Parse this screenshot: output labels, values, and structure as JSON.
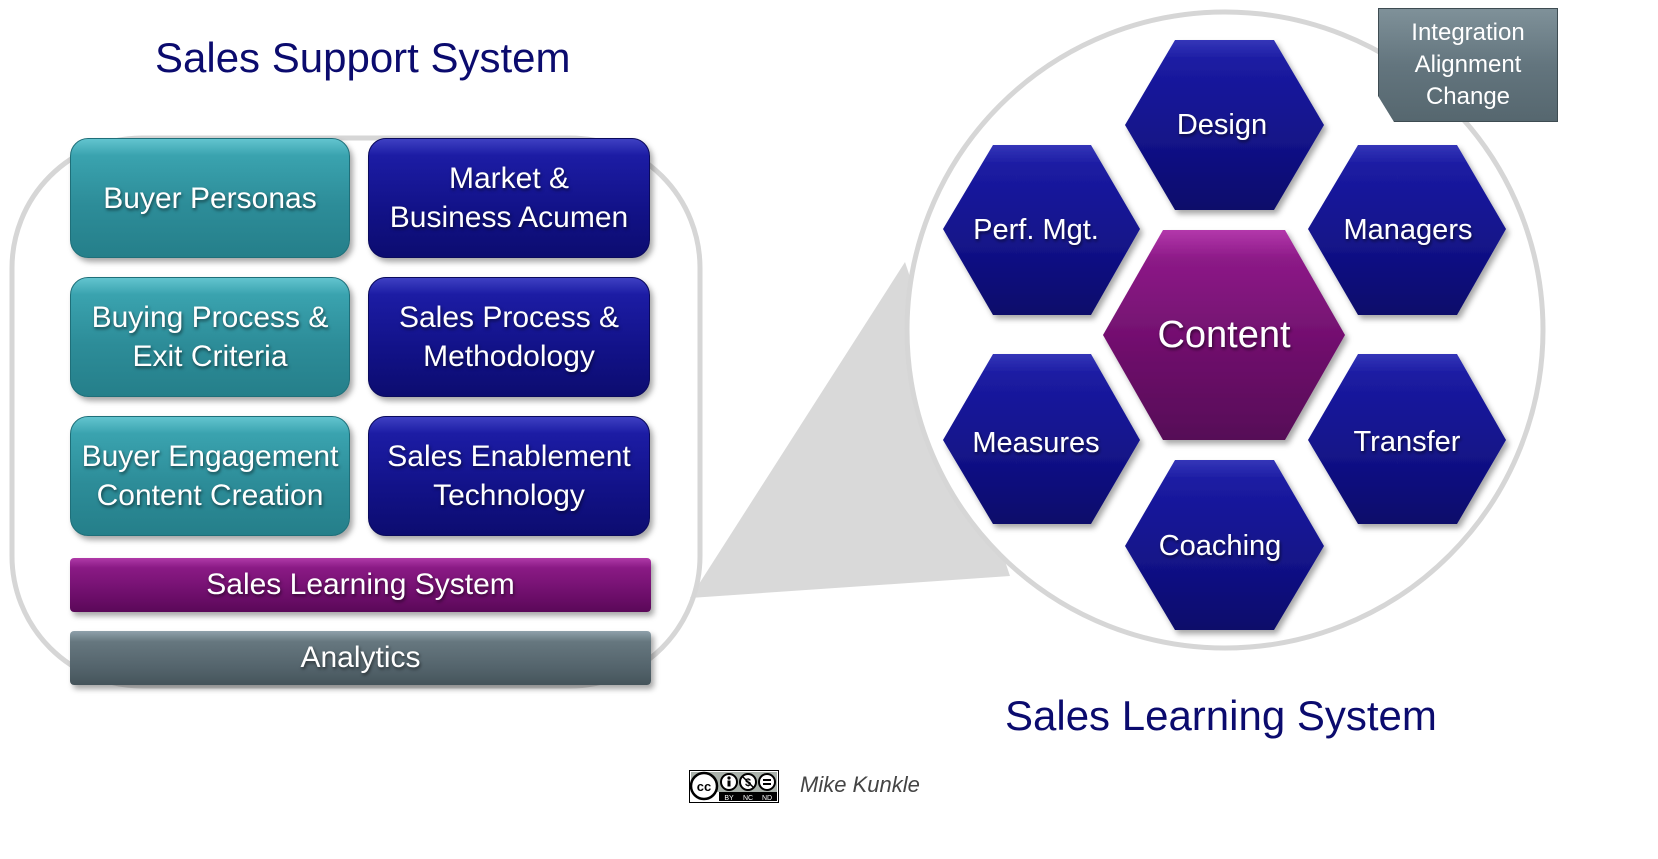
{
  "left_title": "Sales Support System",
  "right_title": "Sales Learning System",
  "tiles": {
    "buyer_personas": [
      "Buyer Personas"
    ],
    "market_acumen": [
      "Market &",
      "Business Acumen"
    ],
    "buying_process": [
      "Buying Process &",
      "Exit Criteria"
    ],
    "sales_process": [
      "Sales Process &",
      "Methodology"
    ],
    "buyer_engagement": [
      "Buyer Engagement",
      "Content Creation"
    ],
    "enablement_tech": [
      "Sales Enablement",
      "Technology"
    ]
  },
  "bars": {
    "learning": "Sales Learning System",
    "analytics": "Analytics"
  },
  "badge": [
    "Integration",
    "Alignment",
    "Change"
  ],
  "hexagons": {
    "center": "Content",
    "design": "Design",
    "perf_mgt": "Perf. Mgt.",
    "managers": "Managers",
    "measures": "Measures",
    "transfer": "Transfer",
    "coaching": "Coaching"
  },
  "license": {
    "icon": "creative-commons-by-nc-nd-icon",
    "parts": [
      "BY",
      "NC",
      "ND"
    ]
  },
  "author": "Mike Kunkle",
  "colors": {
    "navy": "#121288",
    "teal": "#2d8d99",
    "purple": "#6d0e6a",
    "slate": "#53636b",
    "outline": "#d6d6d6"
  }
}
